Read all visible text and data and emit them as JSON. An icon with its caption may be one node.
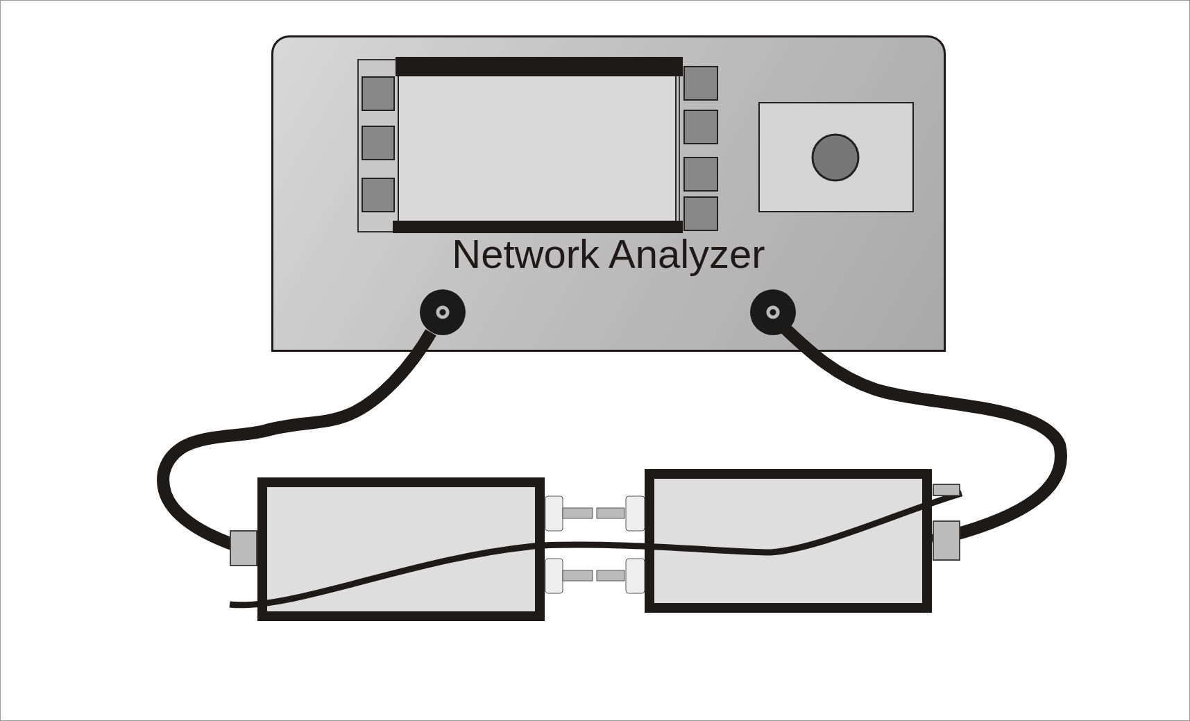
{
  "diagram": {
    "nodes": [
      {
        "text": [
          "Network Analyzer"
        ]
      },
      {
        "text": [],
        "shape": "circle",
        "in": 0
      },
      {
        "text": [],
        "shape": "circle",
        "in": 0
      },
      {
        "text": [],
        "shape": "box"
      },
      {
        "text": [],
        "shape": "box"
      }
    ],
    "edges": [
      {
        "from": 1,
        "to": 3,
        "arrow": "none"
      },
      {
        "from": 2,
        "to": 4,
        "arrow": "none"
      }
    ]
  }
}
